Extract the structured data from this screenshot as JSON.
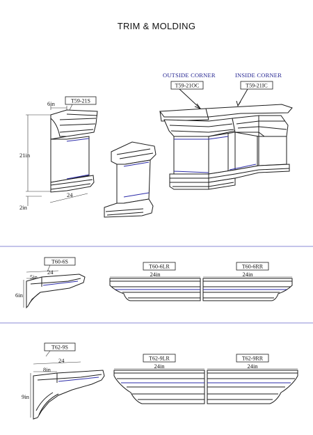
{
  "title": "TRIM & MOLDING",
  "section1": {
    "part_label": "T59-21S",
    "height_dim": "21in",
    "depth_dim": "6in",
    "base_dim": "2in",
    "length_dim": "24",
    "outside_corner_title": "OUTSIDE CORNER",
    "outside_corner_part": "T59-21OC",
    "inside_corner_title": "INSIDE CORNER",
    "inside_corner_part": "T59-21IC"
  },
  "section2": {
    "part_label": "T60-6S",
    "length_dim": "24",
    "depth_dim": "5in",
    "height_dim": "6in",
    "left_part": "T60-6LR",
    "left_length": "24in",
    "right_part": "T60-6RR",
    "right_length": "24in"
  },
  "section3": {
    "part_label": "T62-9S",
    "length_dim": "24",
    "depth_dim": "8in",
    "height_dim": "9in",
    "left_part": "T62-9LR",
    "left_length": "24in",
    "right_part": "T62-9RR",
    "right_length": "24in"
  },
  "colors": {
    "separator": "#8a8ad6",
    "corner_text": "#1a1a8c",
    "accent_line": "#2a2aa8"
  }
}
